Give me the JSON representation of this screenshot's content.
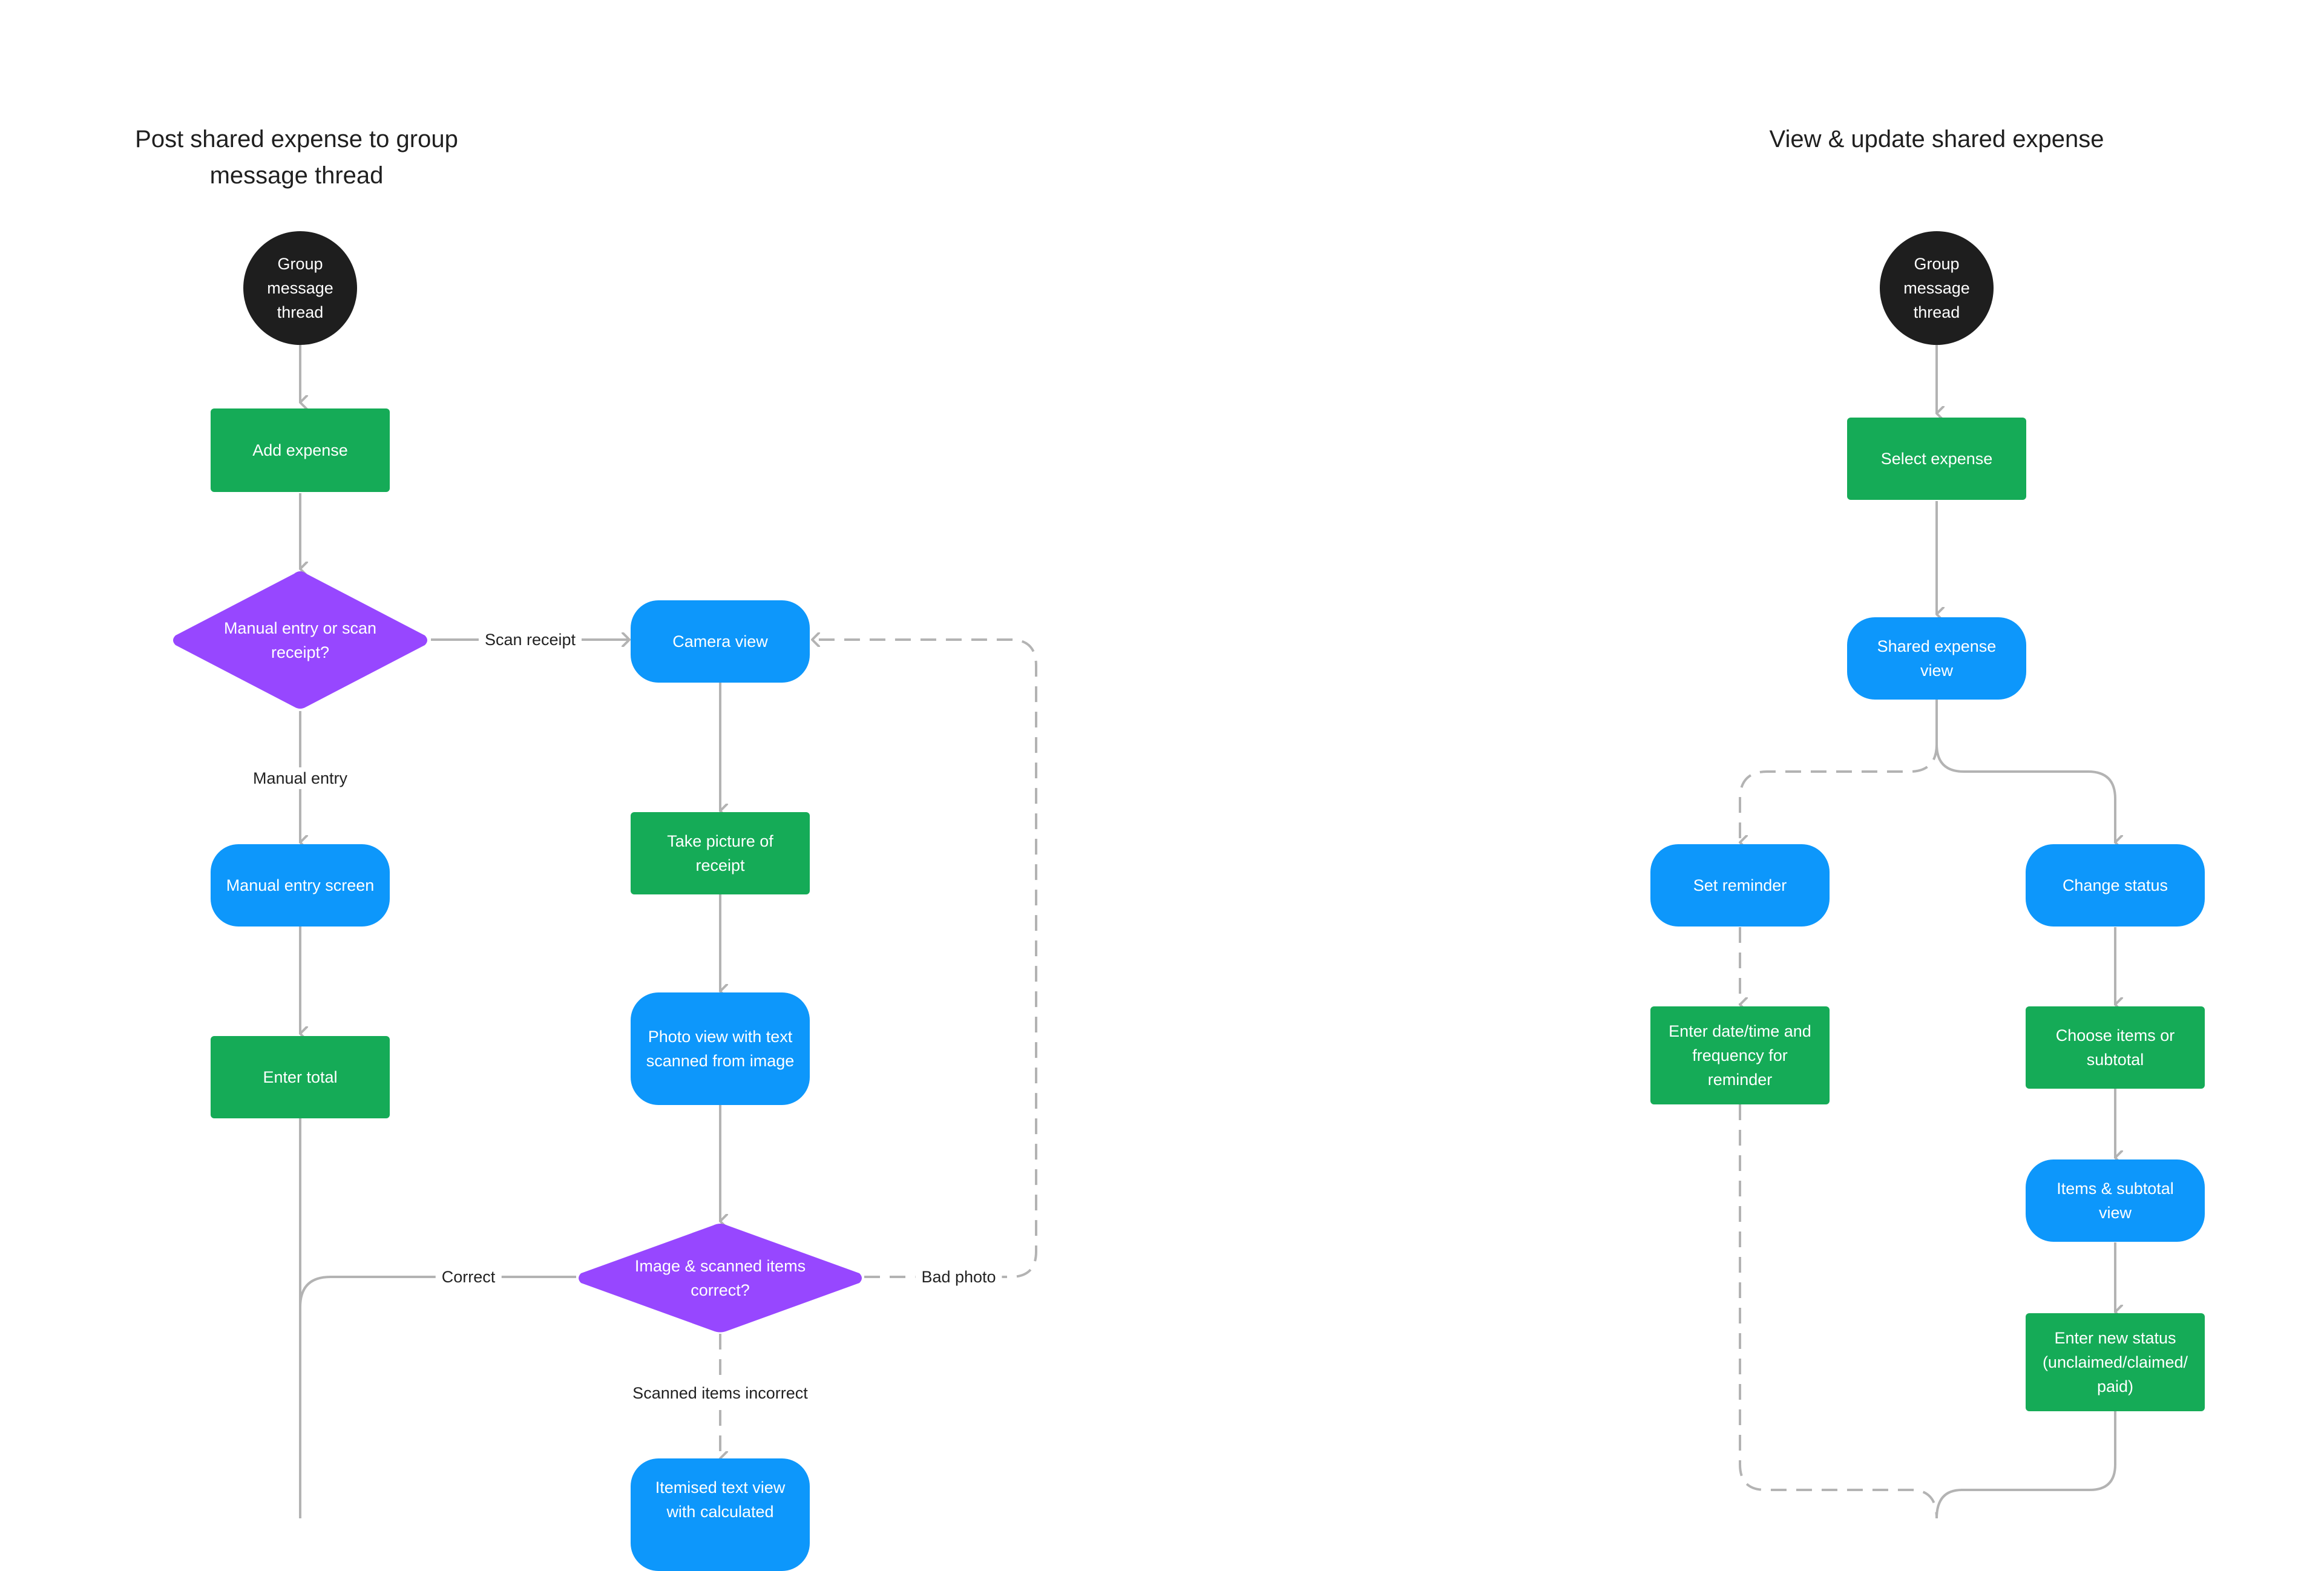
{
  "flow_left": {
    "title": "Post shared expense to group message thread",
    "start": "Group message thread",
    "add_expense": "Add expense",
    "decision_entry": "Manual entry or scan receipt?",
    "camera_view": "Camera view",
    "manual_entry_screen": "Manual entry screen",
    "enter_total": "Enter total",
    "take_picture": "Take picture of receipt",
    "photo_view": "Photo view with text scanned from image",
    "decision_scan": "Image & scanned items correct?",
    "itemised_view": "Itemised text view with calculated",
    "label_scan_receipt": "Scan receipt",
    "label_manual_entry": "Manual entry",
    "label_correct": "Correct",
    "label_bad_photo": "Bad photo",
    "label_scanned_incorrect": "Scanned items incorrect"
  },
  "flow_right": {
    "title": "View & update shared expense",
    "start": "Group message thread",
    "select_expense": "Select expense",
    "shared_expense_view": "Shared expense view",
    "set_reminder": "Set reminder",
    "change_status": "Change status",
    "enter_reminder": "Enter date/time and frequency for reminder",
    "choose_items": "Choose items or subtotal",
    "items_subtotal_view": "Items & subtotal view",
    "enter_new_status": "Enter new status (unclaimed/claimed/ paid)"
  },
  "colors": {
    "green": "#15ab57",
    "blue": "#0d97fb",
    "purple": "#9747ff",
    "dark": "#1e1e1e",
    "connector": "#b3b3b3"
  }
}
